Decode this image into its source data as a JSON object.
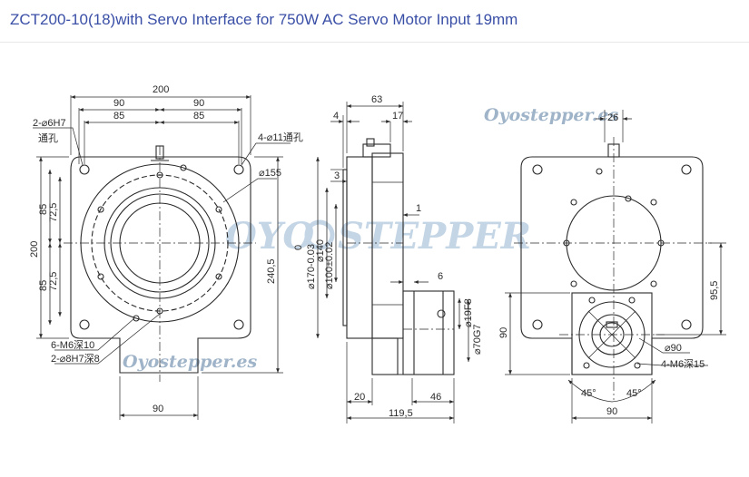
{
  "title": "ZCT200-10(18)with Servo Interface for 750W AC Servo Motor Input 19mm",
  "colors": {
    "title": "#3a4fa6",
    "line": "#2b2b2b",
    "watermark": "#9fb4c8",
    "watermark_logo": "#8aaccc"
  },
  "watermarks": {
    "top_right": "Oyostepper.es",
    "bottom_left": "Oyostepper.es",
    "center_left": "OYO",
    "center_right": "STEPPER"
  },
  "front_view": {
    "dim_overall": "200",
    "dim_90": "90",
    "dim_85_left": "85",
    "dim_85_right": "85",
    "dim_90_right": "90",
    "dim_height": "200",
    "dim_85_upper": "85",
    "dim_72_5_upper": "72,5",
    "dim_85_lower": "85",
    "dim_72_5_lower": "72,5",
    "dim_total_height": "240,5",
    "dim_bottom_90": "90",
    "label_2_6H7": "2-⌀6H7",
    "label_through_left": "通孔",
    "label_4_11": "4-⌀11通孔",
    "label_155": "⌀155",
    "label_6_M6": "6-M6深10",
    "label_2_8H7": "2-⌀8H7深8"
  },
  "side_view": {
    "dim_63": "63",
    "dim_4": "4",
    "dim_17": "17",
    "dim_3": "3",
    "dim_1": "1",
    "dim_6": "6",
    "dim_20": "20",
    "dim_46": "46",
    "dim_119_5": "119,5",
    "dim_0": "0",
    "dim_170": "⌀170-0.03",
    "dim_140": "⌀140",
    "dim_100": "⌀100±0.02",
    "dim_19F8": "⌀19F8",
    "dim_70G7": "⌀70G7"
  },
  "rear_view": {
    "dim_26": "26",
    "dim_95_5": "95,5",
    "dim_90_left": "90",
    "dim_90_bottom": "90",
    "label_90": "⌀90",
    "label_4_M6": "4-M6深15",
    "angle_left": "45°",
    "angle_right": "45°"
  }
}
